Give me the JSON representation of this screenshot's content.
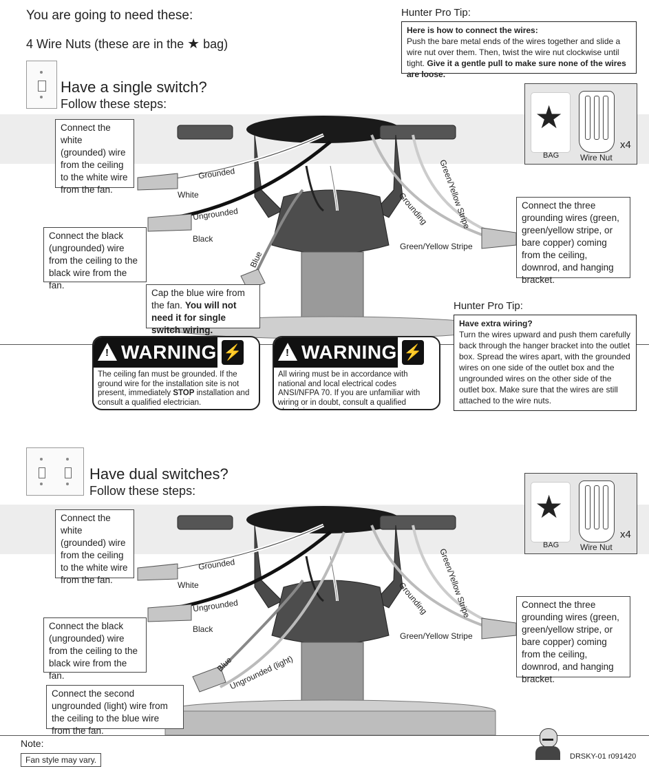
{
  "header": {
    "need_title": "You are going to need these:",
    "need_item_prefix": "4 Wire Nuts (these are in the",
    "need_item_star": "★",
    "need_item_suffix": "bag)"
  },
  "pro_tip_1": {
    "title": "Hunter Pro Tip:",
    "heading": "Here is how to connect the wires:",
    "body": "Push the bare metal ends of the wires together and slide a wire nut over them. Then, twist the wire nut clockwise until tight.",
    "emphasis": "Give it a gentle pull to make sure none of the wires are loose."
  },
  "single": {
    "title": "Have a single switch?",
    "subtitle": "Follow these steps:",
    "callout_white": "Connect the white (grounded) wire from the ceiling to the white wire from the fan.",
    "callout_black": "Connect the black (ungrounded) wire from the ceiling to the black wire from the fan.",
    "callout_blue_plain": "Cap the blue wire from the fan.",
    "callout_blue_bold": "You will not need it for single switch wiring.",
    "callout_ground": "Connect the three grounding wires (green, green/yellow stripe, or bare copper) coming from the ceiling, downrod, and hanging bracket.",
    "labels": {
      "grounded": "Grounded",
      "white": "White",
      "ungrounded": "Ungrounded",
      "black": "Black",
      "blue": "Blue",
      "grounding": "Grounding",
      "green_yellow": "Green/Yellow Stripe",
      "green_yellow_stripe": "Green/Yellow Stripe"
    },
    "kit": {
      "bag": "BAG",
      "wire_nut": "Wire Nut",
      "count": "x4"
    }
  },
  "pro_tip_2": {
    "title": "Hunter Pro Tip:",
    "heading": "Have extra wiring?",
    "body": "Turn the wires upward and push them carefully back through the hanger bracket into the outlet box. Spread the wires apart, with the grounded wires on one side of the outlet box and the ungrounded wires on the other side of the outlet box. Make sure that the wires are still attached to the wire nuts."
  },
  "warnings": [
    {
      "label": "WARNING",
      "text_before": "The ceiling fan must be grounded. If the ground wire for the installation site is not present, immediately",
      "text_bold": "STOP",
      "text_after": "installation and consult a qualified electrician."
    },
    {
      "label": "WARNING",
      "text_before": "All wiring must be in accordance with national and local electrical codes ANSI/NFPA 70.  If you are unfamiliar with wiring or in doubt, consult a qualified electrician.",
      "text_bold": "",
      "text_after": ""
    }
  ],
  "dual": {
    "title": "Have dual switches?",
    "subtitle": "Follow these steps:",
    "callout_white": "Connect the white (grounded) wire from the ceiling to the white wire from the fan.",
    "callout_black": "Connect the black (ungrounded) wire from the ceiling to the black wire from the fan.",
    "callout_blue": "Connect the second ungrounded (light) wire from the ceiling to the blue wire from the fan.",
    "callout_ground": "Connect the three grounding wires (green, green/yellow stripe, or bare copper) coming from the ceiling, downrod, and hanging bracket.",
    "labels": {
      "grounded": "Grounded",
      "white": "White",
      "ungrounded": "Ungrounded",
      "black": "Black",
      "blue": "Blue",
      "ungrounded_light": "Ungrounded (light)",
      "grounding": "Grounding",
      "green_yellow": "Green/Yellow Stripe",
      "green_yellow_stripe": "Green/Yellow Stripe"
    },
    "kit": {
      "bag": "BAG",
      "wire_nut": "Wire Nut",
      "count": "x4"
    }
  },
  "footer": {
    "note_label": "Note:",
    "note_text": "Fan style may vary.",
    "doc_code": "DRSKY-01 r091420"
  },
  "colors": {
    "band": "#ededed",
    "warning_black": "#111111",
    "text": "#222222"
  }
}
